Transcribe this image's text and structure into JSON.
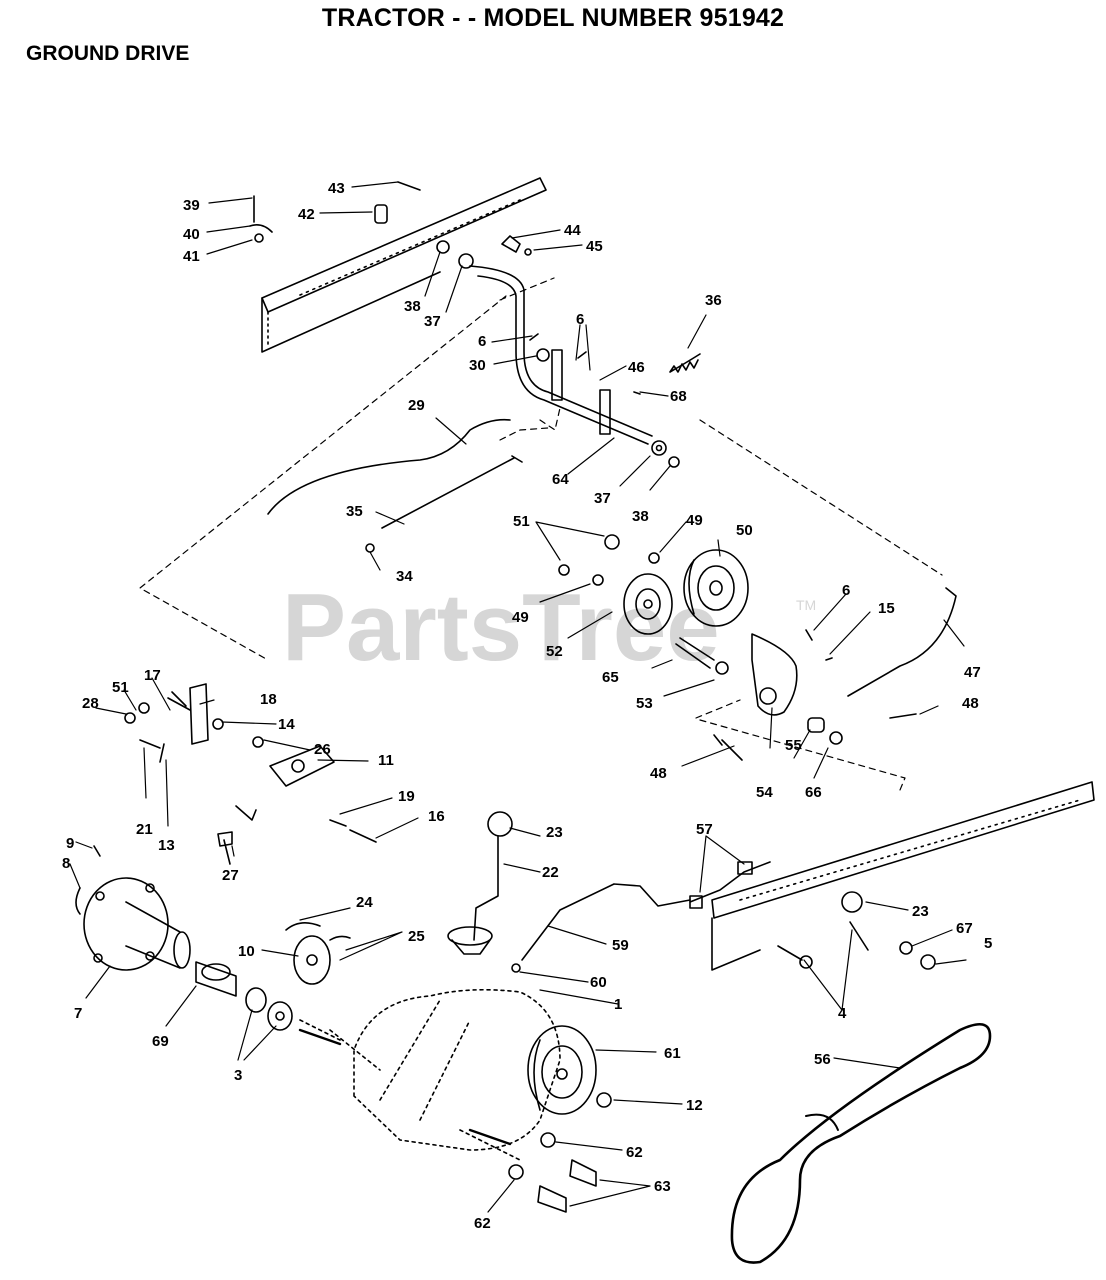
{
  "header": {
    "title": "TRACTOR - - MODEL NUMBER 951942",
    "section": "GROUND DRIVE"
  },
  "watermark": {
    "text": "PartsTree",
    "tm": "TM"
  },
  "callouts": [
    "1",
    "3",
    "4",
    "5",
    "6",
    "6",
    "6",
    "7",
    "8",
    "9",
    "10",
    "11",
    "12",
    "13",
    "14",
    "15",
    "16",
    "17",
    "18",
    "19",
    "21",
    "22",
    "23",
    "23",
    "24",
    "25",
    "26",
    "27",
    "28",
    "29",
    "30",
    "34",
    "35",
    "36",
    "37",
    "37",
    "38",
    "38",
    "39",
    "40",
    "41",
    "42",
    "43",
    "44",
    "45",
    "46",
    "47",
    "48",
    "48",
    "49",
    "49",
    "50",
    "51",
    "51",
    "52",
    "53",
    "54",
    "55",
    "56",
    "57",
    "59",
    "60",
    "61",
    "62",
    "62",
    "63",
    "64",
    "65",
    "66",
    "67",
    "68",
    "69"
  ],
  "colors": {
    "ink": "#000000",
    "watermark": "#d6d6d6",
    "background": "#ffffff"
  }
}
